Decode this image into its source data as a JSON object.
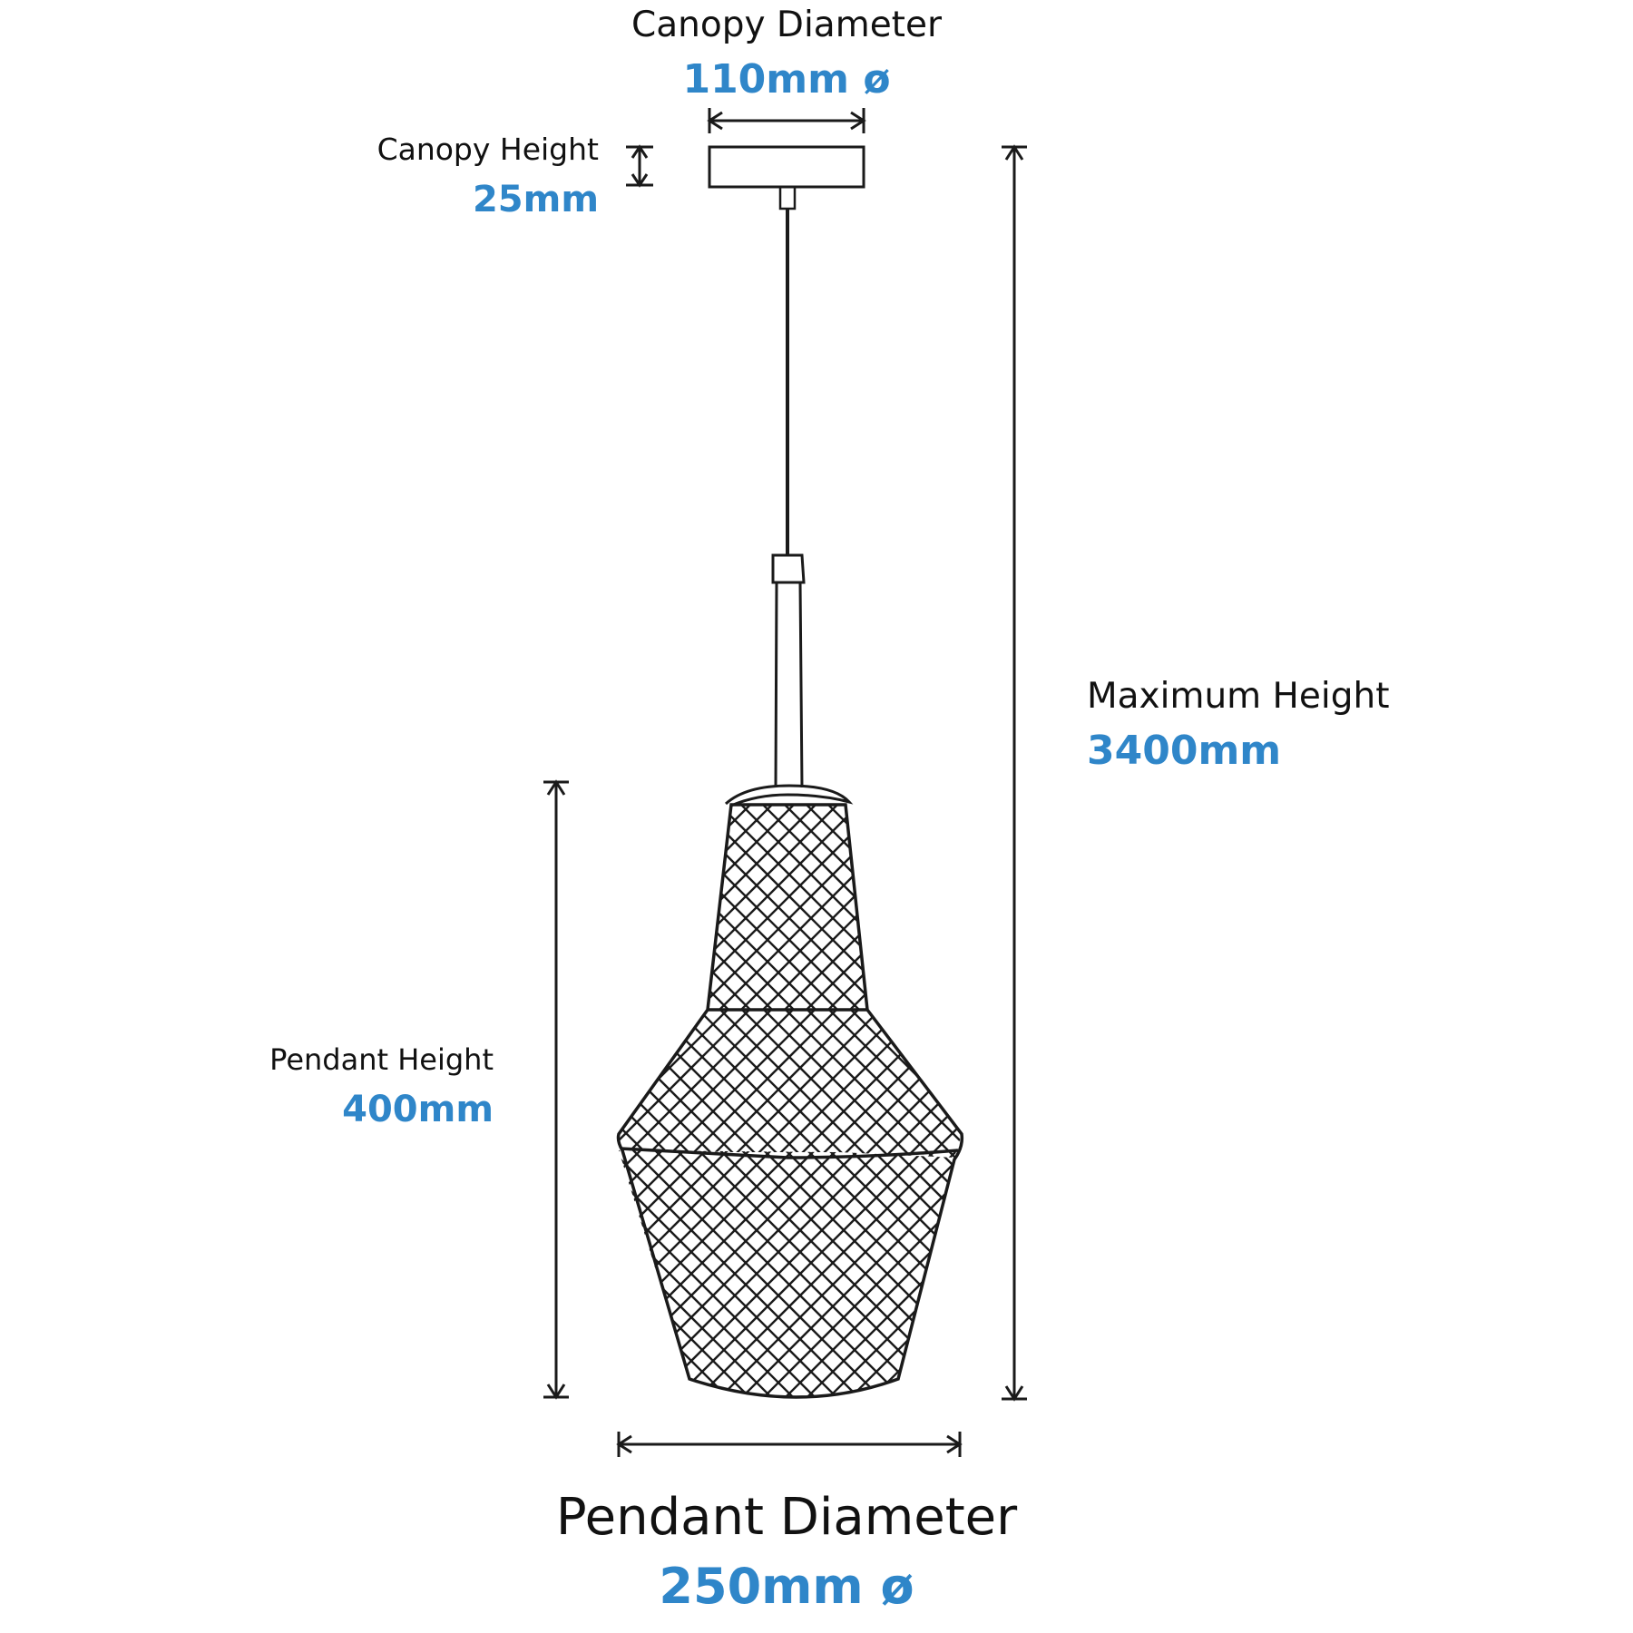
{
  "colors": {
    "line": "#1a1a1a",
    "label": "#111111",
    "accent": "#2f86c9",
    "background": "#ffffff"
  },
  "canopy_diameter": {
    "label": "Canopy Diameter",
    "value": "110mm ø"
  },
  "canopy_height": {
    "label": "Canopy Height",
    "value": "25mm"
  },
  "maximum_height": {
    "label": "Maximum Height",
    "value": "3400mm"
  },
  "pendant_height": {
    "label": "Pendant Height",
    "value": "400mm"
  },
  "pendant_diameter": {
    "label": "Pendant Diameter",
    "value": "250mm ø"
  }
}
